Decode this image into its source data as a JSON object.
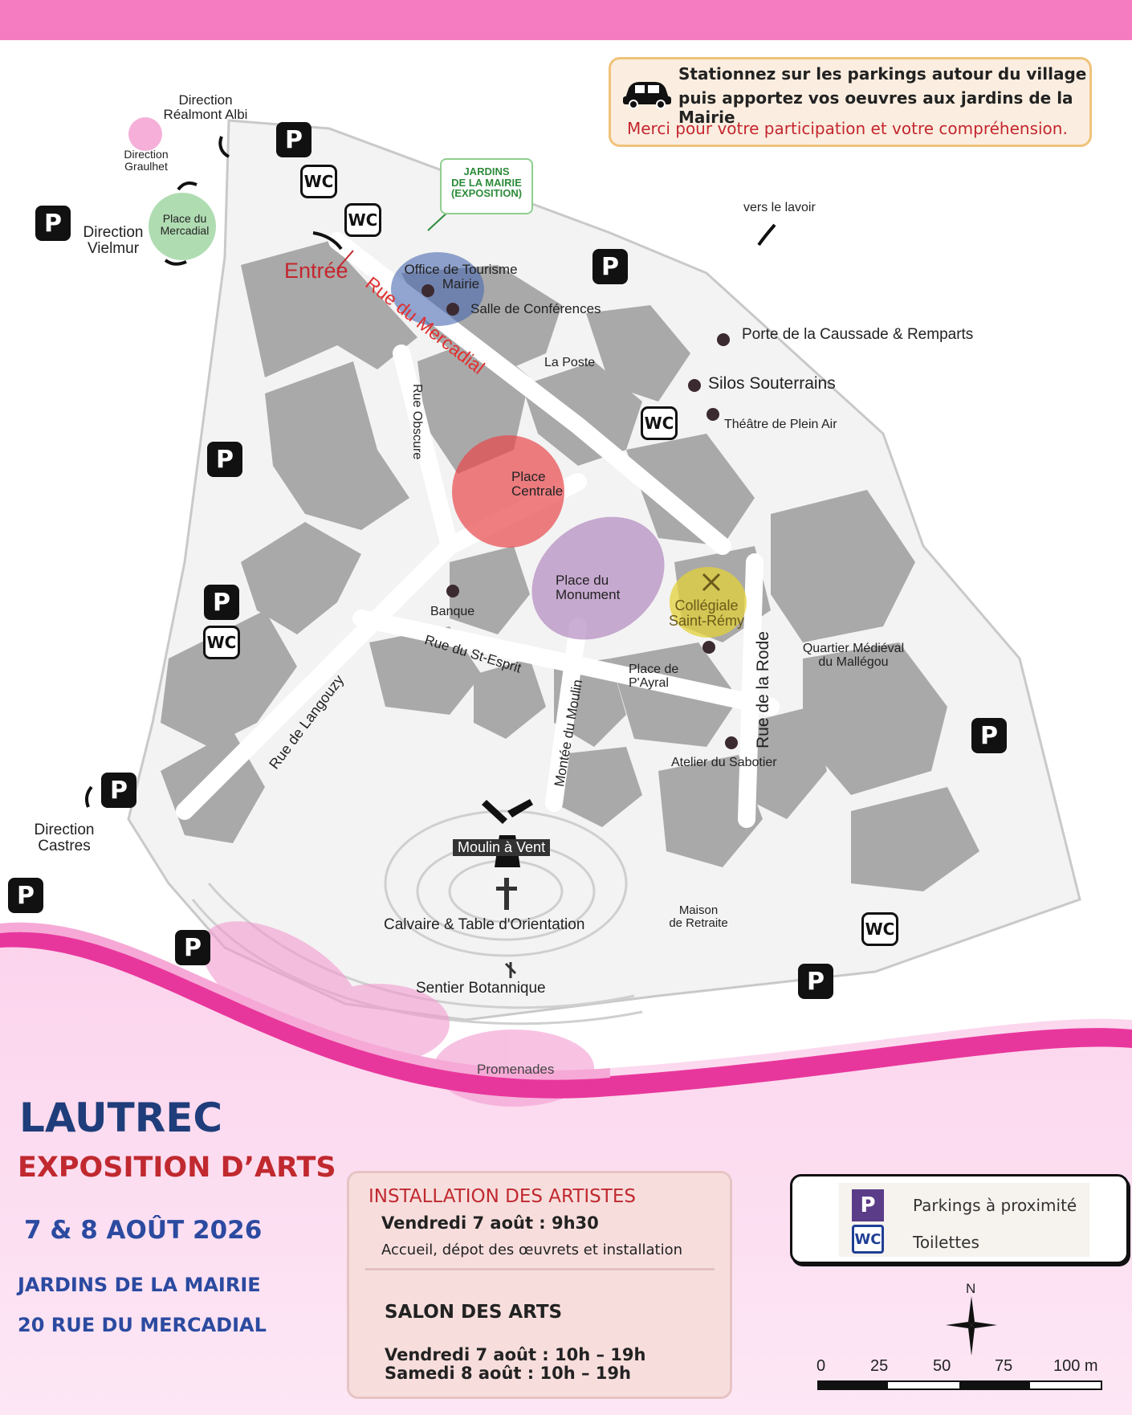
{
  "notice": {
    "line1": "Stationnez sur les parkings autour du village",
    "line2": "puis apportez vos oeuvres aux jardins de la Mairie",
    "line3": "Merci  pour votre participation et votre compréhension."
  },
  "map_labels": {
    "dir_realmont_1": "Direction",
    "dir_realmont_2": "Réalmont Albi",
    "dir_graulhet_1": "Direction",
    "dir_graulhet_2": "Graulhet",
    "dir_vielmur_1": "Direction",
    "dir_vielmur_2": "Vielmur",
    "dir_castres_1": "Direction",
    "dir_castres_2": "Castres",
    "place_mercadial_1": "Place du",
    "place_mercadial_2": "Mercadial",
    "jardins_1": "JARDINS",
    "jardins_2": "DE LA MAIRIE",
    "jardins_3": "(EXPOSITION)",
    "entree": "Entrée",
    "rue_mercadial": "Rue du Mercadial",
    "office_1": "Office de Tourisme",
    "office_2": "Mairie",
    "salle": "Salle de Conférences",
    "poste": "La Poste",
    "lavoir": "vers le lavoir",
    "porte": "Porte de la Caussade & Remparts",
    "silos": "Silos Souterrains",
    "theatre": "Théâtre de Plein Air",
    "rue_obscure": "Rue Obscure",
    "place_centrale_1": "Place",
    "place_centrale_2": "Centrale",
    "place_monument_1": "Place du",
    "place_monument_2": "Monument",
    "collegiale_1": "Collégiale",
    "collegiale_2": "Saint-Rémy",
    "banque": "Banque",
    "rue_st_esprit": "Rue du St-Esprit",
    "rue_langouzy": "Rue de Langouzy",
    "montee_moulin": "Montée du Moulin",
    "place_payral_1": "Place de",
    "place_payral_2": "P'Ayral",
    "rue_rode": "Rue de la Rode",
    "quartier_1": "Quartier Médiéval",
    "quartier_2": "du Mallégou",
    "atelier": "Atelier du Sabotier",
    "moulin": "Moulin à Vent",
    "calvaire": "Calvaire & Table d'Orientation",
    "maison_1": "Maison",
    "maison_2": "de Retraite",
    "sentier": "Sentier Botannique",
    "promenades": "Promenades"
  },
  "symbols": {
    "parking": "P",
    "wc": "WC"
  },
  "event": {
    "town": "LAUTREC",
    "title": "EXPOSITION D’ARTS",
    "dates": "7 & 8 AOÛT 2026",
    "venue": "JARDINS DE LA MAIRIE",
    "address": "20 RUE DU MERCADIAL"
  },
  "info": {
    "install_title": "INSTALLATION DES ARTISTES",
    "install_time": "Vendredi 7 août :  9h30",
    "install_desc": "Accueil, dépot des œuvrets et installation",
    "salon_title": "SALON DES ARTS",
    "salon_day1": "Vendredi 7 août : 10h – 19h",
    "salon_day2": "Samedi 8 août : 10h – 19h"
  },
  "legend": {
    "parking_label": "Parkings à proximité",
    "wc_label": "Toilettes"
  },
  "scale": {
    "north": "N",
    "ticks": [
      "0",
      "25",
      "50",
      "75",
      "100 m"
    ]
  },
  "colors": {
    "top_band": "#f57cc0",
    "wave": "#e8379c",
    "town": "#1f3d7a",
    "title_red": "#c0292f",
    "venue_blue": "#2b4aa0",
    "place_centrale": "#e8474c",
    "place_monument": "#a16bb0",
    "collegiale": "#e3d23a",
    "office_zone": "#4a69b0",
    "mercadial_zone": "#6fbf73",
    "promenades": "#f39bd0"
  }
}
